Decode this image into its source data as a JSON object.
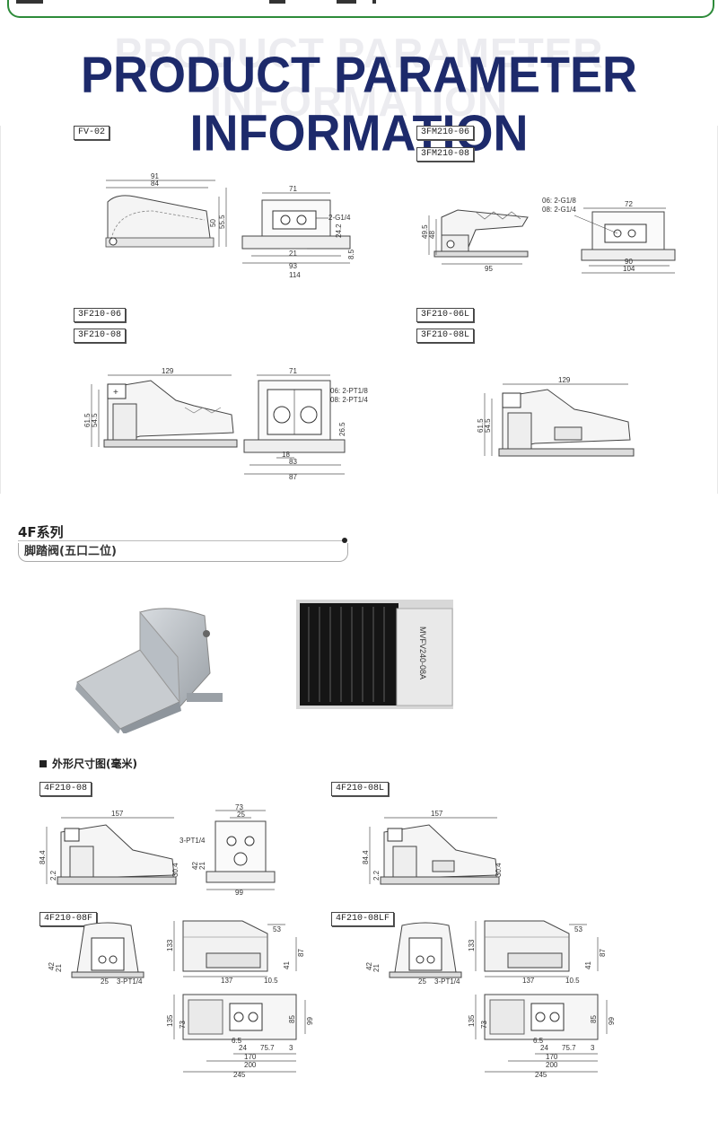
{
  "header": {
    "title": "PRODUCT PARAMETER INFORMATION"
  },
  "models": {
    "fv02": "FV-02",
    "fm06": "3FM210-06",
    "fm08": "3FM210-08",
    "f06": "3F210-06",
    "f08": "3F210-08",
    "f06l": "3F210-06L",
    "f08l": "3F210-08L",
    "f4_08": "4F210-08",
    "f4_08l": "4F210-08L",
    "f4_08f": "4F210-08F",
    "f4_08lf": "4F210-08LF"
  },
  "dims": {
    "fv02": {
      "d91": "91",
      "d84": "84",
      "d50": "50",
      "d555": "55.5",
      "d71": "71",
      "port": "2-G1/4",
      "d242": "24.2",
      "d85": "8.5",
      "d21": "21",
      "d93": "93",
      "d114": "114"
    },
    "fm": {
      "d495": "49.5",
      "d48": "48",
      "d95": "95",
      "ports06": "06: 2-G1/8",
      "ports08": "08: 2-G1/4",
      "d72": "72",
      "d90": "90",
      "d104": "104"
    },
    "f3": {
      "d129": "129",
      "d615": "61.5",
      "d545": "54.5",
      "d71": "71",
      "ports06": "06: 2-PT1/8",
      "ports08": "08: 2-PT1/4",
      "d265": "26.5",
      "d18": "18",
      "d83": "83",
      "d87": "87"
    },
    "f3l": {
      "d129": "129",
      "d615": "61.5",
      "d545": "54.5"
    },
    "f4": {
      "d157": "157",
      "d844": "84.4",
      "d22": "2.2",
      "d304": "30.4",
      "d73": "73",
      "d25": "25",
      "port": "3-PT1/4",
      "d42": "42",
      "d21": "21",
      "d99": "99"
    },
    "f4f": {
      "d42": "42",
      "d21": "21",
      "d25": "25",
      "port": "3-PT1/4",
      "d53": "53",
      "d133": "133",
      "d87": "87",
      "d41": "41",
      "d137": "137",
      "d105": "10.5",
      "d135": "135",
      "d73": "73",
      "d85": "85",
      "d99": "99",
      "d65": "6.5",
      "d24": "24",
      "d757": "75.7",
      "d3": "3",
      "d170": "170",
      "d200": "200",
      "d245": "245"
    }
  },
  "series": {
    "name": "4F系列",
    "subtitle": "脚踏阀(五口二位)"
  },
  "section": {
    "dims_title": "外形尺寸图(毫米)"
  },
  "product_label": "MVFV240-08A"
}
